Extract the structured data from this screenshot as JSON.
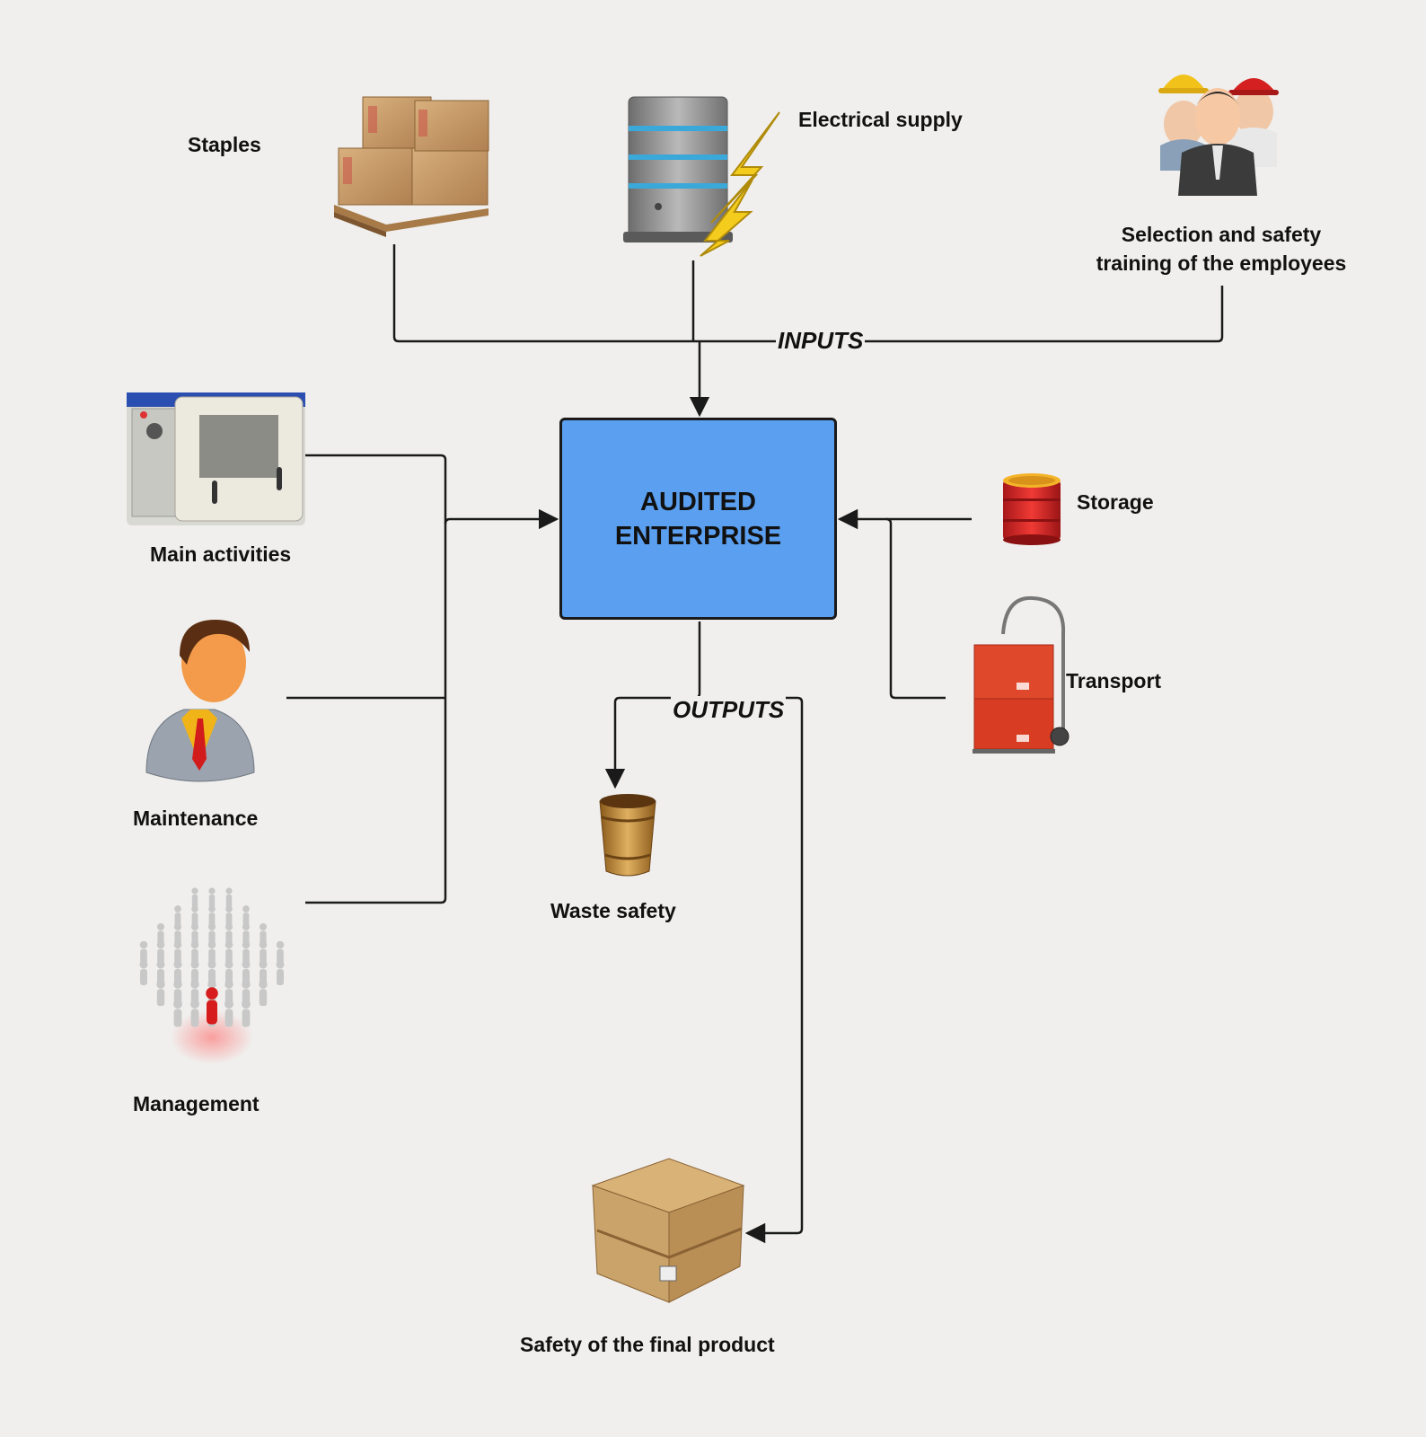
{
  "colors": {
    "box_fill": "#5b9ff0",
    "line": "#1a1a1a",
    "background": "#f0efed"
  },
  "center": {
    "line1": "AUDITED",
    "line2": "ENTERPRISE"
  },
  "flow": {
    "inputs_label": "INPUTS",
    "outputs_label": "OUTPUTS"
  },
  "inputs": [
    {
      "label": "Staples",
      "icon": "pallet-boxes-icon"
    },
    {
      "label": "Electrical supply",
      "icon": "server-lightning-icon"
    },
    {
      "label_lines": [
        "Selection and safety",
        "training of the employees"
      ],
      "icon": "workers-group-icon"
    }
  ],
  "left_nodes": [
    {
      "label": "Main activities",
      "icon": "lathe-machine-icon"
    },
    {
      "label": "Maintenance",
      "icon": "businessman-icon"
    },
    {
      "label": "Management",
      "icon": "crowd-leader-icon"
    }
  ],
  "right_nodes": [
    {
      "label": "Storage",
      "icon": "red-barrel-icon"
    },
    {
      "label": "Transport",
      "icon": "hand-truck-icon"
    }
  ],
  "outputs": [
    {
      "label": "Waste safety",
      "icon": "wooden-bucket-icon"
    },
    {
      "label": "Safety of the final product",
      "icon": "wooden-crate-icon"
    }
  ]
}
